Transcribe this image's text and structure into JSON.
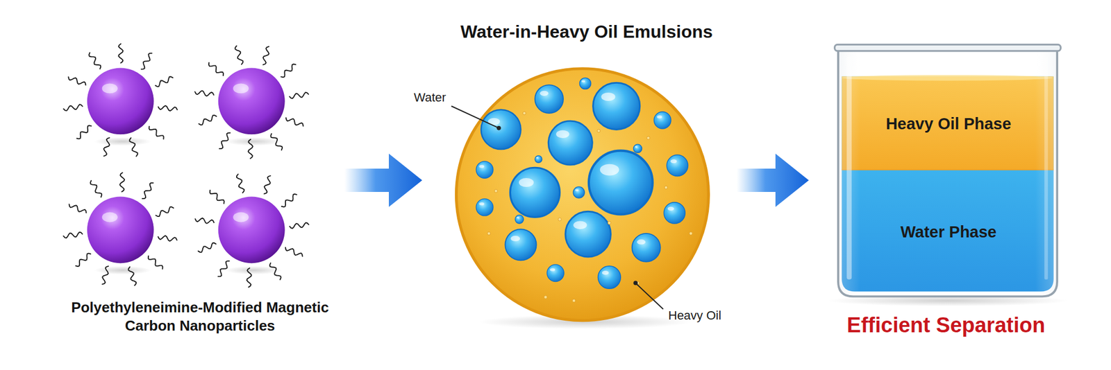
{
  "diagram": {
    "nodes": [
      {
        "text": [
          "Polyethyleneimine-Modified Magnetic Carbon Nanoparticles"
        ]
      },
      {
        "text": [
          "Water-in-Heavy Oil Emulsions"
        ]
      },
      {
        "text": [
          "Efficient Separation"
        ]
      },
      {
        "text": [
          "Heavy Oil Phase"
        ],
        "in": 2
      },
      {
        "text": [
          "Water Phase"
        ],
        "in": 2
      }
    ],
    "edges": [
      {
        "from": 0,
        "to": 1,
        "arrow": "to"
      },
      {
        "from": 1,
        "to": 2,
        "arrow": "to"
      }
    ],
    "labels": [
      "Water",
      "Heavy Oil"
    ]
  }
}
